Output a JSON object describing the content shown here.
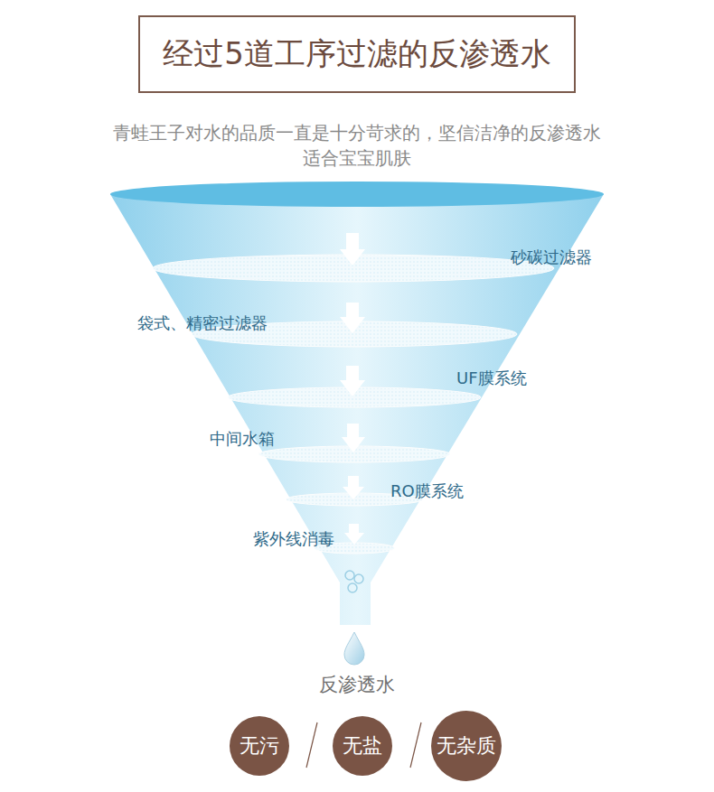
{
  "diagram": {
    "title": "经过5道工序过滤的反渗透水",
    "nodes": [
      {
        "text": [
          "无污"
        ]
      },
      {
        "text": [
          "无盐"
        ]
      },
      {
        "text": [
          "无杂质"
        ]
      }
    ],
    "labels": [
      "青蛙王子对水的品质一直是十分苛求的，坚信洁净的反渗透水 适合宝宝肌肤",
      "砂碳过滤器",
      "袋式、精密过滤器",
      "UF膜系统",
      "中间水箱",
      "RO膜系统",
      "紫外线消毒",
      "反渗透水"
    ]
  }
}
